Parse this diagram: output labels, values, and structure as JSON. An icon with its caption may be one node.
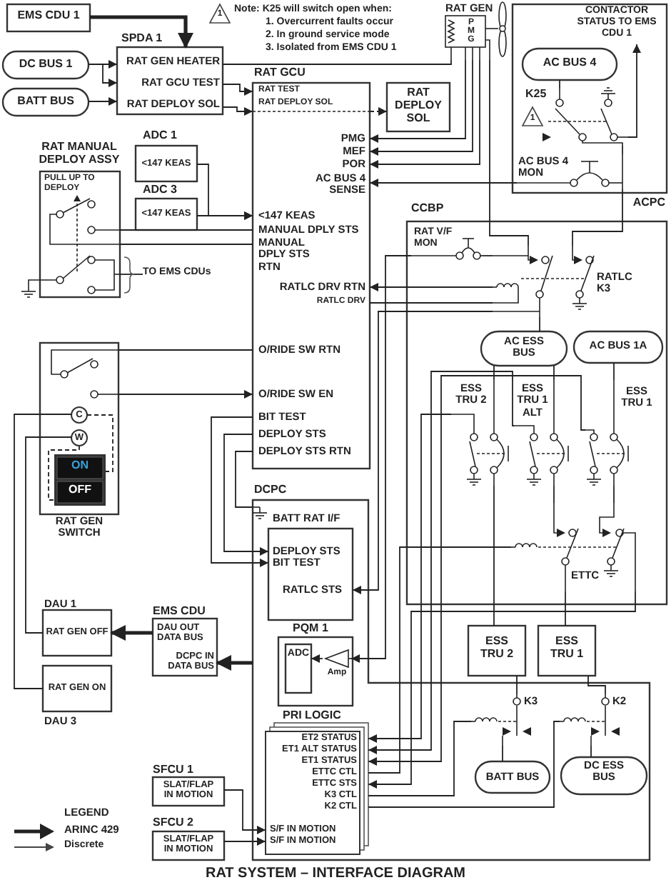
{
  "diagram": {
    "title": "RAT SYSTEM – INTERFACE DIAGRAM",
    "nodes": [
      {
        "text": [
          "EMS CDU 1"
        ]
      },
      {
        "text": [
          "SPDA 1",
          "RAT GEN HEATER",
          "RAT GCU TEST",
          "RAT DEPLOY SOL"
        ]
      },
      {
        "text": [
          "DC BUS 1"
        ]
      },
      {
        "text": [
          "BATT BUS"
        ]
      },
      {
        "text": [
          "RAT GEN",
          "PMG"
        ]
      },
      {
        "text": [
          "RAT GCU",
          "RAT TEST",
          "RAT DEPLOY SOL",
          "PMG",
          "MEF",
          "POR",
          "AC BUS 4 SENSE",
          "<147 KEAS",
          "MANUAL DPLY STS",
          "MANUAL DPLY STS RTN",
          "RATLC DRV RTN",
          "RATLC DRV",
          "O/RIDE SW RTN",
          "O/RIDE SW EN",
          "BIT TEST",
          "DEPLOY STS",
          "DEPLOY STS RTN"
        ]
      },
      {
        "text": [
          "RAT DEPLOY SOL"
        ]
      },
      {
        "text": [
          "ADC 1",
          "<147 KEAS"
        ]
      },
      {
        "text": [
          "ADC 3",
          "<147 KEAS"
        ]
      },
      {
        "text": [
          "RAT MANUAL DEPLOY ASSY",
          "PULL UP TO DEPLOY"
        ]
      },
      {
        "text": [
          "TO EMS CDUs"
        ]
      },
      {
        "text": [
          "ACPC"
        ]
      },
      {
        "text": [
          "CONTACTOR STATUS TO EMS CDU 1"
        ],
        "in": 11
      },
      {
        "text": [
          "AC BUS 4"
        ],
        "in": 11
      },
      {
        "text": [
          "K25"
        ],
        "in": 11
      },
      {
        "text": [
          "AC BUS 4 MON"
        ],
        "in": 11
      },
      {
        "text": [
          "CCBP"
        ]
      },
      {
        "text": [
          "RAT V/F MON"
        ],
        "in": 16
      },
      {
        "text": [
          "RATLC K3"
        ],
        "in": 16
      },
      {
        "text": [
          "AC ESS BUS"
        ],
        "in": 16
      },
      {
        "text": [
          "AC BUS 1A"
        ],
        "in": 16
      },
      {
        "text": [
          "ESS TRU 2"
        ],
        "in": 16
      },
      {
        "text": [
          "ESS TRU 1 ALT"
        ],
        "in": 16
      },
      {
        "text": [
          "ESS TRU 1"
        ],
        "in": 16
      },
      {
        "text": [
          "ETTC"
        ],
        "in": 16
      },
      {
        "text": [
          "RAT GEN SWITCH"
        ]
      },
      {
        "text": [
          "ON",
          "OFF"
        ],
        "in": 25
      },
      {
        "text": [
          "C"
        ],
        "in": 25
      },
      {
        "text": [
          "W"
        ],
        "in": 25
      },
      {
        "text": [
          "DCPC"
        ]
      },
      {
        "text": [
          "BATT RAT I/F",
          "DEPLOY STS",
          "BIT TEST",
          "RATLC STS"
        ],
        "in": 29
      },
      {
        "text": [
          "PQM 1"
        ],
        "in": 29
      },
      {
        "text": [
          "ADC"
        ],
        "in": 31
      },
      {
        "text": [
          "Amp"
        ],
        "in": 31
      },
      {
        "text": [
          "ESS TRU 2"
        ]
      },
      {
        "text": [
          "ESS TRU 1"
        ]
      },
      {
        "text": [
          "PRI LOGIC",
          "ET2 STATUS",
          "ET1 ALT STATUS",
          "ET1 STATUS",
          "ETTC CTL",
          "ETTC STS",
          "K3 CTL",
          "K2 CTL",
          "S/F IN MOTION",
          "S/F IN MOTION"
        ],
        "in": 29
      },
      {
        "text": [
          "K3"
        ],
        "in": 29
      },
      {
        "text": [
          "K2"
        ],
        "in": 29
      },
      {
        "text": [
          "BATT BUS"
        ],
        "in": 29
      },
      {
        "text": [
          "DC ESS BUS"
        ],
        "in": 29
      },
      {
        "text": [
          "DAU 1",
          "RAT GEN OFF"
        ]
      },
      {
        "text": [
          "RAT GEN ON",
          "DAU 3"
        ]
      },
      {
        "text": [
          "EMS CDU",
          "DAU OUT DATA BUS",
          "DCPC IN DATA BUS"
        ]
      },
      {
        "text": [
          "SFCU 1",
          "SLAT/FLAP IN MOTION"
        ]
      },
      {
        "text": [
          "SFCU 2",
          "SLAT/FLAP IN MOTION"
        ]
      }
    ],
    "edges": [
      {
        "from": 0,
        "to": 1,
        "arrow": "to",
        "style": "thick"
      },
      {
        "from": 2,
        "to": 1,
        "arrow": "to"
      },
      {
        "from": 2,
        "to": 1,
        "arrow": "to"
      },
      {
        "from": 3,
        "to": 1,
        "arrow": "to"
      },
      {
        "from": 1,
        "to": 4,
        "arrow": "none"
      },
      {
        "from": 1,
        "to": 5,
        "arrow": "to"
      },
      {
        "from": 1,
        "to": 5,
        "arrow": "to"
      },
      {
        "from": 5,
        "to": 6,
        "arrow": "to",
        "style": "dashed"
      },
      {
        "from": 4,
        "to": 5,
        "arrow": "to"
      },
      {
        "from": 4,
        "to": 5,
        "arrow": "to"
      },
      {
        "from": 4,
        "to": 5,
        "arrow": "to"
      },
      {
        "from": 4,
        "to": 18,
        "arrow": "none"
      },
      {
        "from": 15,
        "to": 5,
        "arrow": "to"
      },
      {
        "from": 7,
        "to": 5,
        "arrow": "to"
      },
      {
        "from": 8,
        "to": 5,
        "arrow": "to"
      },
      {
        "from": 9,
        "to": 5,
        "arrow": "none"
      },
      {
        "from": 9,
        "to": 5,
        "arrow": "none"
      },
      {
        "from": 9,
        "to": 10,
        "arrow": "none"
      },
      {
        "from": 13,
        "to": 14,
        "arrow": "none"
      },
      {
        "from": 14,
        "to": 12,
        "arrow": "to"
      },
      {
        "from": 14,
        "to": 15,
        "arrow": "none"
      },
      {
        "from": 15,
        "to": 18,
        "arrow": "none"
      },
      {
        "from": 17,
        "to": 18,
        "arrow": "none"
      },
      {
        "from": 18,
        "to": 5,
        "arrow": "to"
      },
      {
        "from": 5,
        "to": 18,
        "arrow": "none"
      },
      {
        "from": 18,
        "to": 19,
        "arrow": "none"
      },
      {
        "from": 25,
        "to": 5,
        "arrow": "none"
      },
      {
        "from": 25,
        "to": 5,
        "arrow": "to"
      },
      {
        "from": 5,
        "to": 30,
        "arrow": "to"
      },
      {
        "from": 5,
        "to": 30,
        "arrow": "to"
      },
      {
        "from": 5,
        "to": 29,
        "arrow": "none"
      },
      {
        "from": 27,
        "to": 42,
        "arrow": "none"
      },
      {
        "from": 28,
        "to": 41,
        "arrow": "none"
      },
      {
        "from": 43,
        "to": 41,
        "arrow": "to",
        "style": "thick"
      },
      {
        "from": 29,
        "to": 43,
        "arrow": "to",
        "style": "thick"
      },
      {
        "from": 44,
        "to": 36,
        "arrow": "to"
      },
      {
        "from": 45,
        "to": 36,
        "arrow": "to"
      },
      {
        "from": 19,
        "to": 21,
        "arrow": "none"
      },
      {
        "from": 19,
        "to": 22,
        "arrow": "none"
      },
      {
        "from": 20,
        "to": 23,
        "arrow": "none"
      },
      {
        "from": 21,
        "to": 36,
        "arrow": "to"
      },
      {
        "from": 22,
        "to": 36,
        "arrow": "to"
      },
      {
        "from": 23,
        "to": 36,
        "arrow": "to"
      },
      {
        "from": 21,
        "to": 34,
        "arrow": "none"
      },
      {
        "from": 22,
        "to": 24,
        "arrow": "none"
      },
      {
        "from": 23,
        "to": 24,
        "arrow": "none"
      },
      {
        "from": 24,
        "to": 35,
        "arrow": "none"
      },
      {
        "from": 36,
        "to": 24,
        "arrow": "none"
      },
      {
        "from": 24,
        "to": 36,
        "arrow": "to"
      },
      {
        "from": 36,
        "to": 37,
        "arrow": "none"
      },
      {
        "from": 36,
        "to": 38,
        "arrow": "none"
      },
      {
        "from": 34,
        "to": 37,
        "arrow": "none"
      },
      {
        "from": 35,
        "to": 38,
        "arrow": "none"
      },
      {
        "from": 37,
        "to": 39,
        "arrow": "none"
      },
      {
        "from": 38,
        "to": 40,
        "arrow": "none"
      },
      {
        "from": 18,
        "to": 30,
        "arrow": "to"
      },
      {
        "from": 17,
        "to": 33,
        "arrow": "to"
      },
      {
        "from": 33,
        "to": 32,
        "arrow": "to"
      },
      {
        "from": 27,
        "to": 26,
        "arrow": "none",
        "style": "dashed"
      },
      {
        "from": 28,
        "to": 26,
        "arrow": "none",
        "style": "dashed"
      }
    ],
    "labels": [
      "1",
      "Note: K25 will switch open when:",
      "1. Overcurrent faults occur",
      "2. In ground service mode",
      "3. Isolated from EMS CDU 1",
      "1",
      "LEGEND"
    ],
    "legend": [
      {
        "text": "ARINC 429"
      },
      {
        "text": "Discrete"
      }
    ]
  }
}
